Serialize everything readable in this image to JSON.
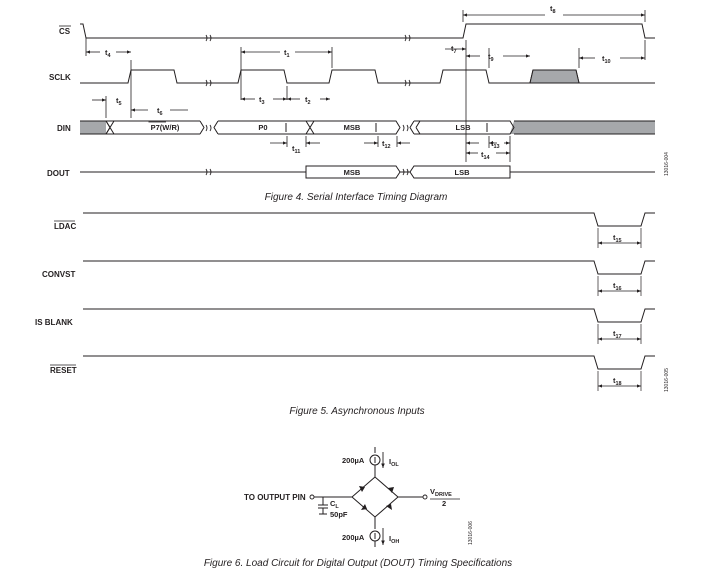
{
  "figure4": {
    "caption": "Figure 4. Serial Interface Timing Diagram",
    "code": "13016-004",
    "signals": {
      "cs": "CS",
      "sclk": "SCLK",
      "din": "DIN",
      "dout": "DOUT"
    },
    "din_bits": {
      "p7_prefix": "P7(",
      "p7_wr": "W/R",
      "p7_suffix": ")",
      "p0": "P0",
      "msb": "MSB",
      "lsb": "LSB"
    },
    "dout_bits": {
      "msb": "MSB",
      "lsb": "LSB"
    },
    "timing": {
      "t1": {
        "base": "t",
        "sub": "1"
      },
      "t2": {
        "base": "t",
        "sub": "2"
      },
      "t3": {
        "base": "t",
        "sub": "3"
      },
      "t4": {
        "base": "t",
        "sub": "4"
      },
      "t5": {
        "base": "t",
        "sub": "5"
      },
      "t6": {
        "base": "t",
        "sub": "6"
      },
      "t7": {
        "base": "t",
        "sub": "7"
      },
      "t8": {
        "base": "t",
        "sub": "8"
      },
      "t9": {
        "base": "t",
        "sub": "9"
      },
      "t10": {
        "base": "t",
        "sub": "10"
      },
      "t11": {
        "base": "t",
        "sub": "11"
      },
      "t12": {
        "base": "t",
        "sub": "12"
      },
      "t13": {
        "base": "t",
        "sub": "13"
      },
      "t14": {
        "base": "t",
        "sub": "14"
      }
    }
  },
  "figure5": {
    "caption": "Figure 5. Asynchronous Inputs",
    "code": "13016-005",
    "signals": {
      "ldac": "LDAC",
      "convst": "CONVST",
      "isblank": "IS BLANK",
      "reset": "RESET"
    },
    "timing": {
      "t15": {
        "base": "t",
        "sub": "15"
      },
      "t16": {
        "base": "t",
        "sub": "16"
      },
      "t17": {
        "base": "t",
        "sub": "17"
      },
      "t18": {
        "base": "t",
        "sub": "18"
      }
    }
  },
  "figure6": {
    "caption": "Figure 6. Load Circuit for Digital Output (DOUT) Timing Specifications",
    "code": "13016-006",
    "output_pin": "TO OUTPUT PIN",
    "current_top": "200µA",
    "iol": {
      "base": "I",
      "sub": "OL"
    },
    "current_bottom": "200µA",
    "ioh": {
      "base": "I",
      "sub": "OH"
    },
    "cl": {
      "base": "C",
      "sub": "L"
    },
    "cl_value": "50pF",
    "vdrive": {
      "base": "V",
      "sub": "DRIVE"
    },
    "vdrive_div": "2"
  }
}
